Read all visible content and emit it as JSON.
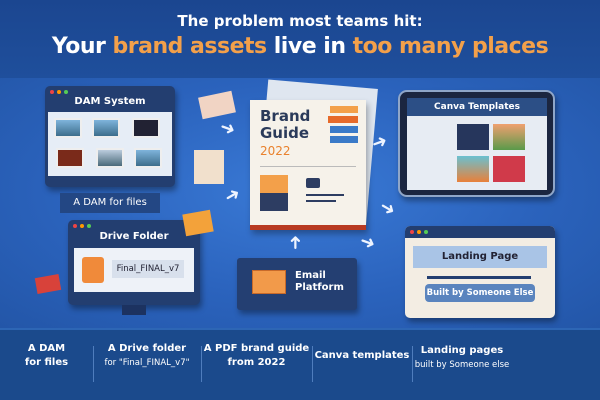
{
  "header": {
    "line1": "The problem most teams hit:",
    "line2_a": "Your ",
    "line2_b": "brand assets",
    "line2_c": " live in ",
    "line2_d": "too many places"
  },
  "colors": {
    "accent": "#f3a04a",
    "navy": "#233e70",
    "band": "#1b4a8c"
  },
  "illustration": {
    "dam_title": "DAM System",
    "dam_caption": "A DAM for files",
    "drive_title": "Drive Folder",
    "drive_file": "Final_FINAL_v7",
    "guide_line1": "Brand",
    "guide_line2": "Guide",
    "guide_year": "2022",
    "canva_title": "Canva Templates",
    "landing_title": "Landing Page",
    "landing_sub": "Built by Someone Else",
    "email_line1": "Email",
    "email_line2": "Platform"
  },
  "footer": [
    {
      "title": "A DAM",
      "sub": "for files"
    },
    {
      "title": "A Drive folder",
      "sub": "for \"Final_FINAL_v7\""
    },
    {
      "title": "A PDF brand guide",
      "sub": "from 2022"
    },
    {
      "title": "Canva templates",
      "sub": ""
    },
    {
      "title": "Landing pages",
      "sub": "built by Someone else"
    }
  ]
}
